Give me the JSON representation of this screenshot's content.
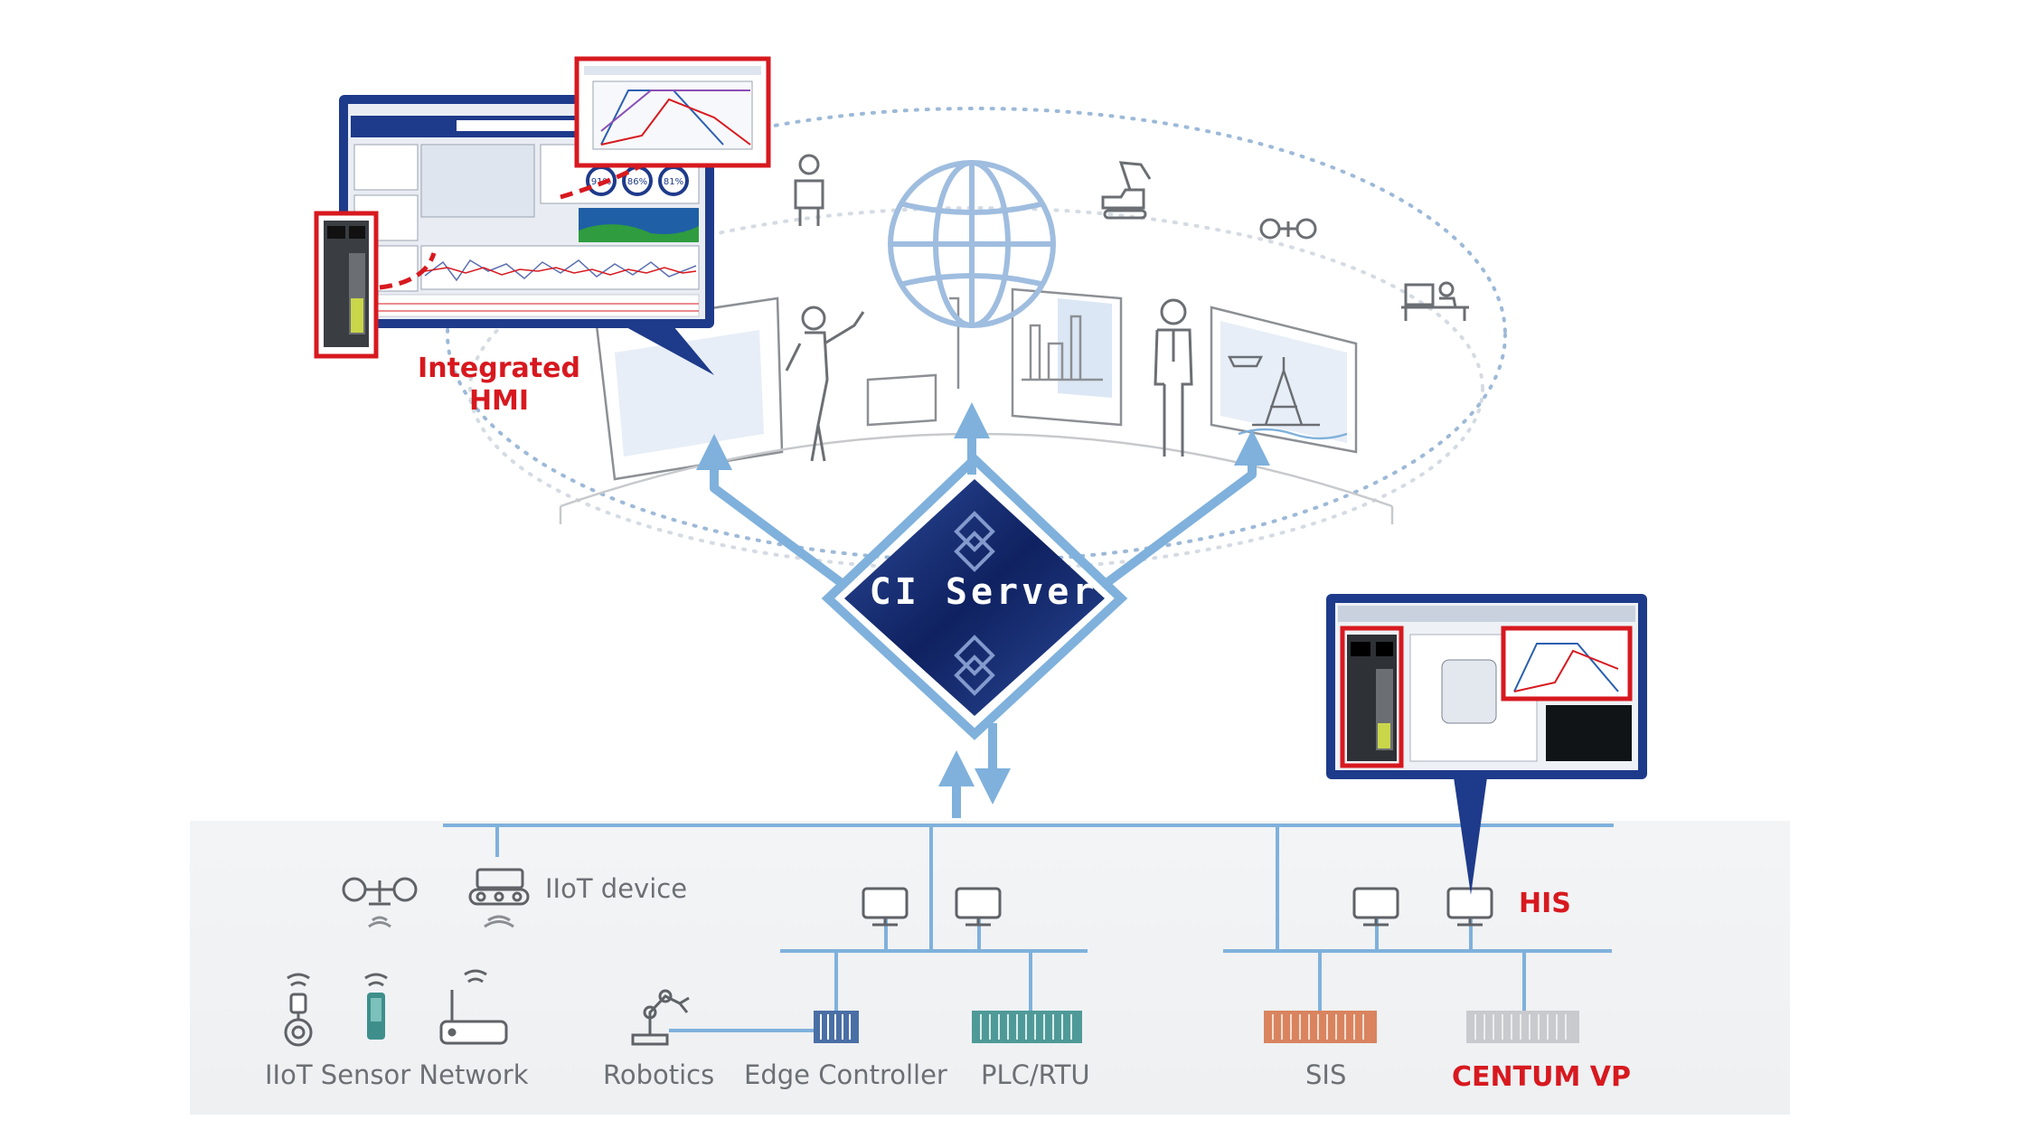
{
  "diagram": {
    "hub": {
      "label": "CI Server"
    },
    "callouts": {
      "integrated_hmi_line1": "Integrated",
      "integrated_hmi_line2": "HMI",
      "his": "HIS",
      "centum_vp": "CENTUM VP"
    },
    "devices": {
      "iiot_device": "IIoT device",
      "iiot_sensor_network": "IIoT Sensor Network",
      "robotics": "Robotics",
      "edge_controller": "Edge Controller",
      "plc_rtu": "PLC/RTU",
      "sis": "SIS"
    },
    "gauges": [
      "91%",
      "86%",
      "81%"
    ]
  },
  "colors": {
    "network_line": "#7fb1dc",
    "hub_dark": "#1a2f70",
    "highlight_red": "#d7191f",
    "monitor_frame": "#1e3a8a",
    "label_gray": "#6c6f74",
    "sis_orange": "#d9845f",
    "plc_teal": "#4f9a98",
    "edge_blue": "#4a6fa5"
  }
}
